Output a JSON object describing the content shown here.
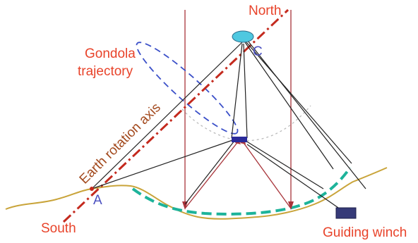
{
  "labels": {
    "north": "North",
    "south": "South",
    "gondola_line1": "Gondola",
    "gondola_line2": "trajectory",
    "earth_axis": "Earth rotation axis",
    "guiding_winch": "Guiding winch",
    "point_a": "A",
    "point_c": "C"
  },
  "colors": {
    "terrain": "#c9a43a",
    "axis": "#c42a1e",
    "gondola_trajectory": "#3a4fc8",
    "dish": "#1db39a",
    "rays": "#a8343a",
    "cables": "#222222",
    "focus_ellipse": "#4ec8e0",
    "winch": "#363a78"
  }
}
